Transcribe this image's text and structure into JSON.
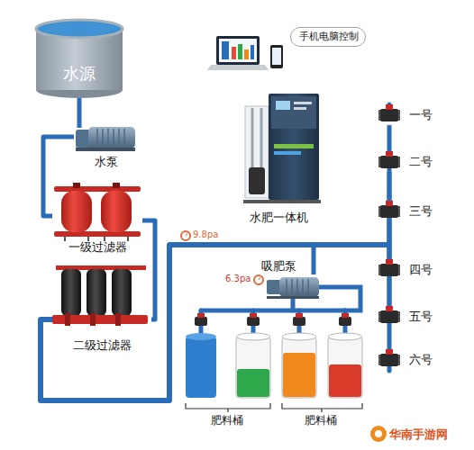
{
  "diagram": {
    "nodes": [
      {
        "text": [
          "手机电脑控制"
        ]
      },
      {
        "text": [
          "水源"
        ]
      },
      {
        "text": [
          "水泵"
        ]
      },
      {
        "text": [
          "水肥一体机"
        ]
      },
      {
        "text": [
          "一级过滤器"
        ]
      },
      {
        "text": [
          "吸肥泵"
        ]
      },
      {
        "text": [
          "二级过滤器"
        ]
      },
      {
        "text": [
          "一号"
        ]
      },
      {
        "text": [
          "二号"
        ]
      },
      {
        "text": [
          "三号"
        ]
      },
      {
        "text": [
          "四号"
        ]
      },
      {
        "text": [
          "五号"
        ]
      },
      {
        "text": [
          "六号"
        ]
      }
    ],
    "edges": [
      {
        "from": 1,
        "to": 2,
        "arrow": "none"
      },
      {
        "from": 2,
        "to": 4,
        "arrow": "none"
      },
      {
        "from": 4,
        "to": 6,
        "arrow": "none"
      },
      {
        "from": 6,
        "to": 5,
        "arrow": "none"
      },
      {
        "from": 6,
        "to": 7,
        "arrow": "none"
      },
      {
        "from": 6,
        "to": 8,
        "arrow": "none"
      },
      {
        "from": 6,
        "to": 9,
        "arrow": "none"
      },
      {
        "from": 6,
        "to": 10,
        "arrow": "none"
      },
      {
        "from": 6,
        "to": 11,
        "arrow": "none"
      },
      {
        "from": 6,
        "to": 12,
        "arrow": "none"
      }
    ],
    "labels": [
      "9.8pa",
      "6.3pa",
      "肥料桶",
      "肥料桶",
      "华南手游网"
    ]
  }
}
